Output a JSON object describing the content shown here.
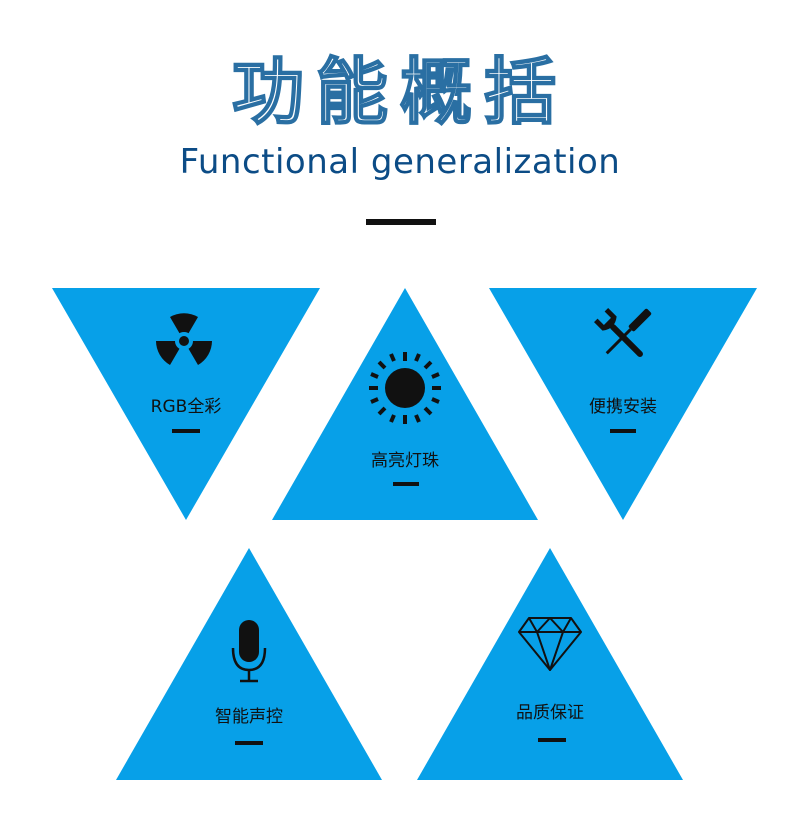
{
  "header": {
    "title": "功能概括",
    "subtitle": "Functional generalization"
  },
  "features": [
    {
      "label": "RGB全彩",
      "icon": "radiation-icon"
    },
    {
      "label": "高亮灯珠",
      "icon": "sun-icon"
    },
    {
      "label": "便携安装",
      "icon": "tools-icon"
    },
    {
      "label": "智能声控",
      "icon": "microphone-icon"
    },
    {
      "label": "品质保证",
      "icon": "diamond-icon"
    }
  ],
  "colors": {
    "accent": "#07a0e8",
    "title_stroke": "#2a6fa3",
    "subtitle": "#0c4c86"
  }
}
